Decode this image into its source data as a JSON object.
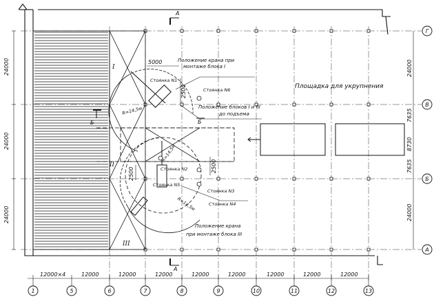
{
  "axes": {
    "columns": [
      "1",
      "5",
      "6",
      "7",
      "8",
      "9",
      "10",
      "11",
      "12",
      "13"
    ],
    "rows": [
      "Г",
      "В",
      "Б",
      "А"
    ]
  },
  "bottom_dims": [
    "12000×4",
    "12000",
    "12000",
    "12000",
    "12000",
    "12000",
    "12000",
    "12000",
    "12000"
  ],
  "left_dims": [
    "24000",
    "24000",
    "24000"
  ],
  "right_dims": [
    "24000",
    "7635",
    "8730",
    "7635",
    "24000"
  ],
  "section_marks": {
    "top": "А",
    "bottom": "А",
    "left": "Б",
    "mid": "Б"
  },
  "block_numerals": [
    "I",
    "II",
    "III"
  ],
  "annotations": {
    "crane_pos_1": [
      "Положение крана при",
      "монтаже блока I"
    ],
    "crane_pos_3": [
      "Положение крана",
      "при монтаже блока III"
    ],
    "blocks_before_lift": [
      "Положение блоков I и III",
      "до подъема"
    ],
    "assembly_area": "Площадка для укрупнения",
    "stop_1": "Стоянка N1",
    "stop_2": "Стоянка N2",
    "stop_3": "Стоянка N3",
    "stop_4": "Стоянка N4",
    "stop_5": "Стоянка N5",
    "stop_6": "Стоянка N6",
    "dim_5000": "5000",
    "dim_2500_a": "2500",
    "dim_2500_b": "2500",
    "dim_2500_c": "2500",
    "radius_1": "R=14,5м",
    "radius_2": "R=14,5м",
    "radius_3": "R=14,5м"
  }
}
